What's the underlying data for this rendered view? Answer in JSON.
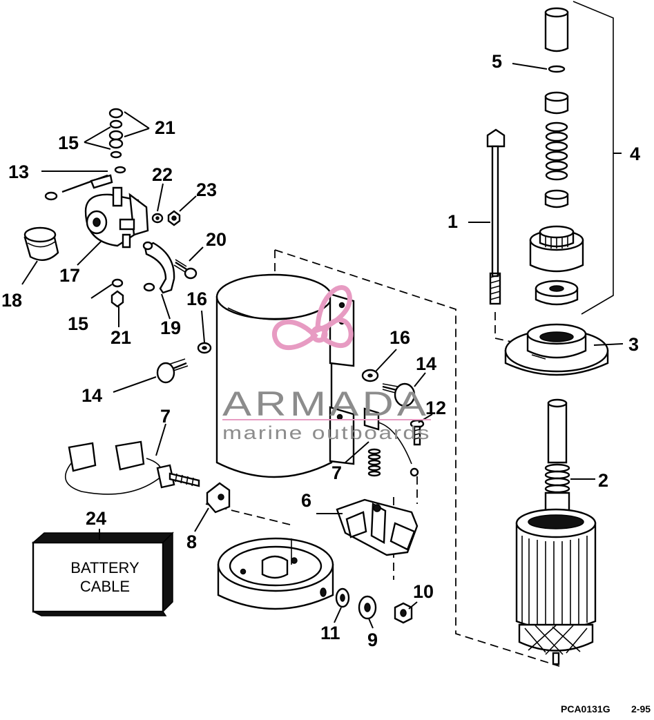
{
  "diagram": {
    "callouts": [
      {
        "id": "1",
        "label": "1"
      },
      {
        "id": "2",
        "label": "2"
      },
      {
        "id": "3",
        "label": "3"
      },
      {
        "id": "4",
        "label": "4"
      },
      {
        "id": "5",
        "label": "5"
      },
      {
        "id": "6",
        "label": "6"
      },
      {
        "id": "7a",
        "label": "7"
      },
      {
        "id": "7b",
        "label": "7"
      },
      {
        "id": "8",
        "label": "8"
      },
      {
        "id": "9",
        "label": "9"
      },
      {
        "id": "10",
        "label": "10"
      },
      {
        "id": "11",
        "label": "11"
      },
      {
        "id": "12",
        "label": "12"
      },
      {
        "id": "13",
        "label": "13"
      },
      {
        "id": "14a",
        "label": "14"
      },
      {
        "id": "14b",
        "label": "14"
      },
      {
        "id": "15a",
        "label": "15"
      },
      {
        "id": "15b",
        "label": "15"
      },
      {
        "id": "16a",
        "label": "16"
      },
      {
        "id": "16b",
        "label": "16"
      },
      {
        "id": "17",
        "label": "17"
      },
      {
        "id": "18",
        "label": "18"
      },
      {
        "id": "19",
        "label": "19"
      },
      {
        "id": "20",
        "label": "20"
      },
      {
        "id": "21a",
        "label": "21"
      },
      {
        "id": "21b",
        "label": "21"
      },
      {
        "id": "22",
        "label": "22"
      },
      {
        "id": "23",
        "label": "23"
      },
      {
        "id": "24",
        "label": "24"
      }
    ],
    "battery_box": {
      "line1": "BATTERY",
      "line2": "CABLE"
    },
    "footer": {
      "part_code": "PCA0131G",
      "date_code": "2-95"
    }
  },
  "watermark": {
    "word": "ARMADA",
    "tagline": "marine outboards",
    "colors": {
      "logo": "#e79bc2",
      "text": "#8c8c8c",
      "rule": "#e79bc2"
    }
  }
}
